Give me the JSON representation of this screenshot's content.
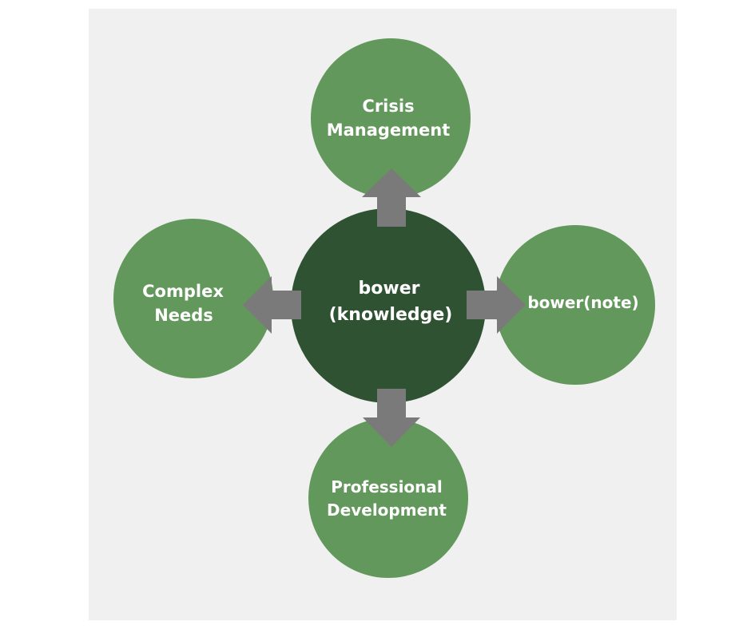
{
  "diagram": {
    "center": {
      "label_line1": "bower",
      "label_line2": "(knowledge)"
    },
    "top": {
      "label_line1": "Crisis",
      "label_line2": "Management"
    },
    "left": {
      "label_line1": "Complex",
      "label_line2": "Needs"
    },
    "right": {
      "label_line1": "bower(note)"
    },
    "bottom": {
      "label_line1": "Professional",
      "label_line2": "Development"
    }
  },
  "colors": {
    "background_panel": "#f0f0f0",
    "center_node": "#2f5233",
    "outer_node": "#62985b",
    "arrow": "#7a7a7a",
    "text": "#ffffff"
  }
}
